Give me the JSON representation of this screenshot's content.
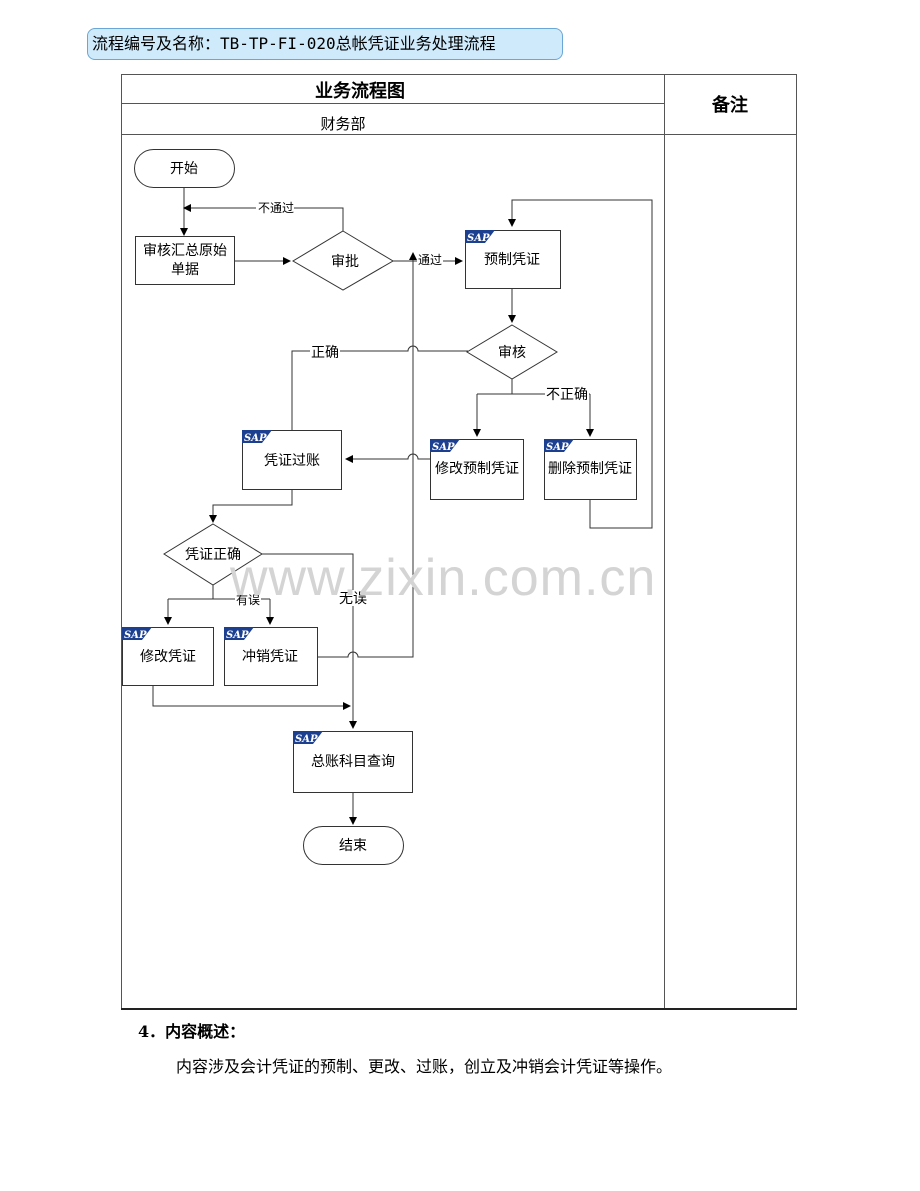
{
  "document": {
    "process_title": "流程编号及名称：TB-TP-FI-020总帐凭证业务处理流程",
    "diagram_header": "业务流程图",
    "notes_header": "备注",
    "department": "财务部",
    "watermark": "www.zixin.com.cn"
  },
  "flowchart": {
    "logo_text": "SAP",
    "nodes": {
      "start": "开始",
      "review_collect_line1": "审核汇总原始",
      "review_collect_line2": "单据",
      "approve": "审批",
      "preset_voucher": "预制凭证",
      "audit": "审核",
      "modify_preset": "修改预制凭证",
      "delete_preset": "删除预制凭证",
      "posting": "凭证过账",
      "voucher_correct": "凭证正确",
      "modify_voucher": "修改凭证",
      "reverse_voucher": "冲销凭证",
      "gl_query": "总账科目查询",
      "end": "结束"
    },
    "edge_labels": {
      "not_passed": "不通过",
      "passed": "通过",
      "correct": "正确",
      "incorrect": "不正确",
      "has_error": "有误",
      "no_error": "无误"
    }
  },
  "section": {
    "heading": "4．内容概述：",
    "text": "内容涉及会计凭证的预制、更改、过账，创立及冲销会计凭证等操作。"
  }
}
